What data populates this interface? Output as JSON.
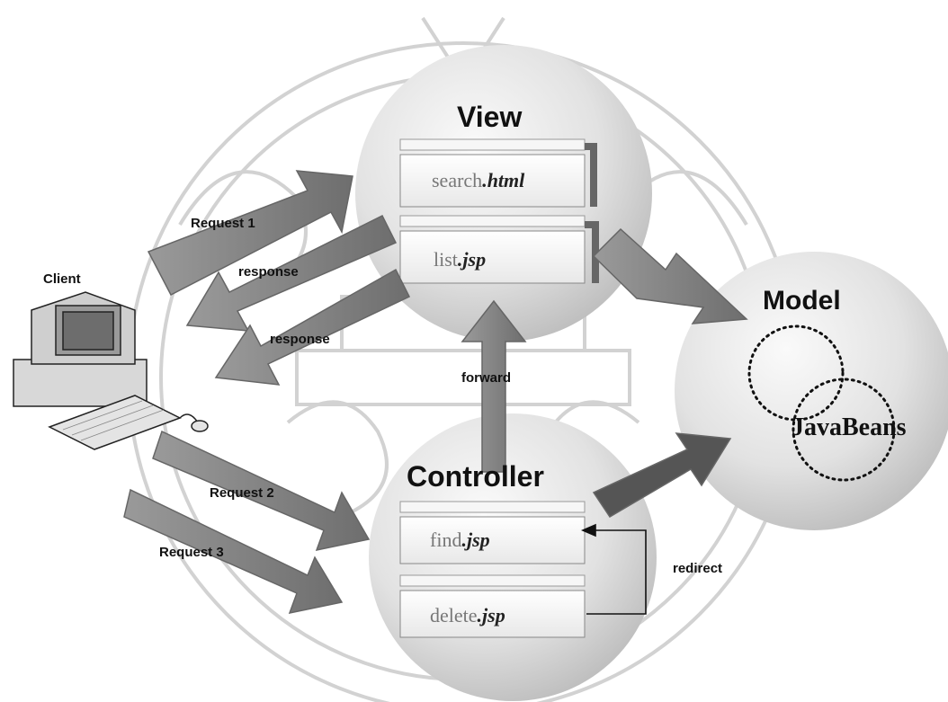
{
  "title_top": "View",
  "view": {
    "label": "View",
    "pages": [
      {
        "stem": "search",
        "ext": ".html"
      },
      {
        "stem": "list",
        "ext": ".jsp"
      }
    ]
  },
  "controller": {
    "label": "Controller",
    "pages": [
      {
        "stem": "find",
        "ext": ".jsp"
      },
      {
        "stem": "delete",
        "ext": ".jsp"
      }
    ]
  },
  "model": {
    "label": "Model",
    "component": "JavaBeans"
  },
  "client": {
    "label": "Client"
  },
  "arrows": {
    "request1": "Request 1",
    "response1": "response",
    "response2": "response",
    "request2": "Request 2",
    "request3": "Request 3",
    "forward": "forward",
    "redirect": "redirect"
  },
  "colors": {
    "arrow_fill": "#8c8c8c",
    "sphere_light": "#f2f2f2",
    "sphere_dark": "#bdbdbd",
    "watermark": "#d0d0d0"
  }
}
